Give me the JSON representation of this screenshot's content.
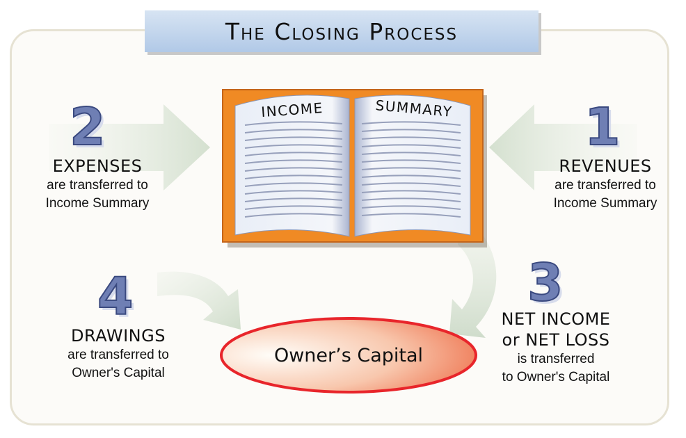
{
  "title": "The Closing Process",
  "book": {
    "left_page": "INCOME",
    "right_page": "SUMMARY"
  },
  "steps": [
    {
      "number": "1",
      "heading": "REVENUES",
      "line1": "are transferred to",
      "line2": "Income Summary"
    },
    {
      "number": "2",
      "heading": "EXPENSES",
      "line1": "are transferred to",
      "line2": "Income Summary"
    },
    {
      "number": "3",
      "heading": "NET INCOME",
      "heading2": "or NET LOSS",
      "line1": "is transferred",
      "line2": "to Owner's Capital"
    },
    {
      "number": "4",
      "heading": "DRAWINGS",
      "line1": "are transferred to",
      "line2": "Owner's Capital"
    }
  ],
  "owner_capital": "Owner’s Capital",
  "colors": {
    "title_bg": "#c3d6ee",
    "book_cover": "#f08a24",
    "ellipse_border": "#e8252b",
    "arrow": "#dde6d8",
    "number": "#6f7fb4"
  }
}
